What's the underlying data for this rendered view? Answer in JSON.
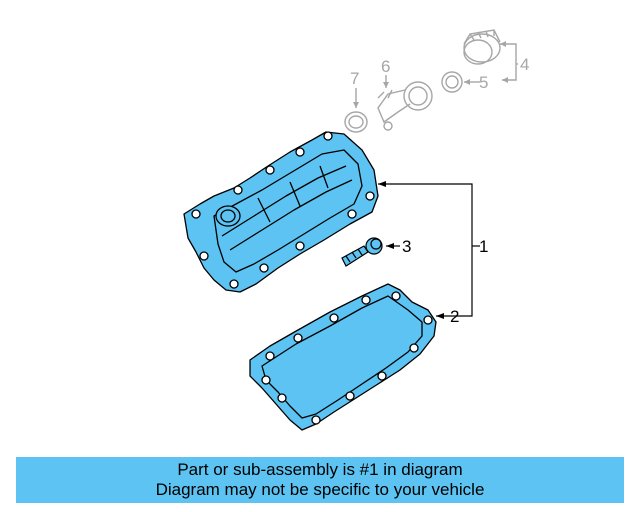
{
  "callouts": {
    "c1": "1",
    "c2": "2",
    "c3": "3",
    "c4": "4",
    "c5": "5",
    "c6": "6",
    "c7": "7"
  },
  "banner": {
    "line1": "Part or sub-assembly is #1 in diagram",
    "line2": "Diagram may not be specific to your vehicle"
  },
  "colors": {
    "highlight": "#5cc3f2",
    "banner_bg": "#5cc3f2",
    "dim_parts": "#a6a6a6"
  }
}
